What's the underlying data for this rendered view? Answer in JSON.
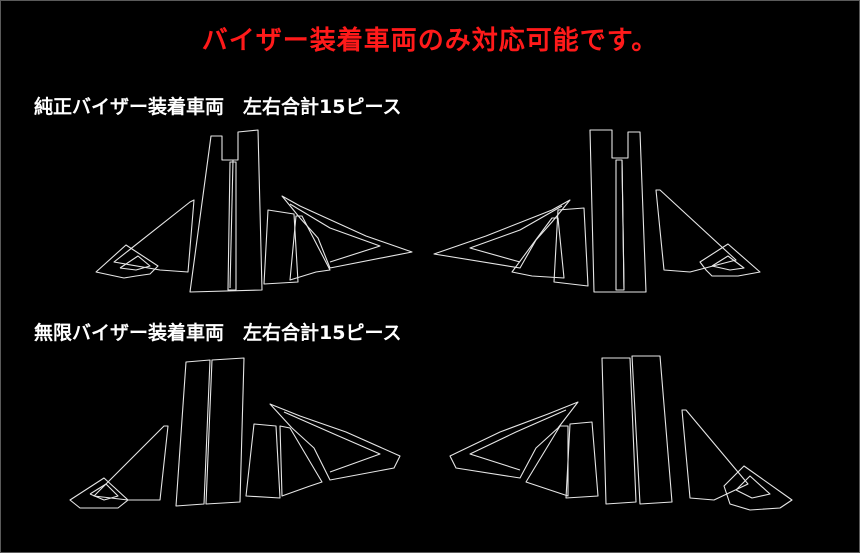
{
  "headline": "バイザー装着車両のみ対応可能です。",
  "sections": [
    {
      "label": "純正バイザー装着車両　左右合計15ピース"
    },
    {
      "label": "無限バイザー装着車両　左右合計15ピース"
    }
  ],
  "colors": {
    "background": "#000000",
    "headline": "#ff1a1a",
    "label": "#ffffff",
    "outline": "#e6e6e6"
  }
}
